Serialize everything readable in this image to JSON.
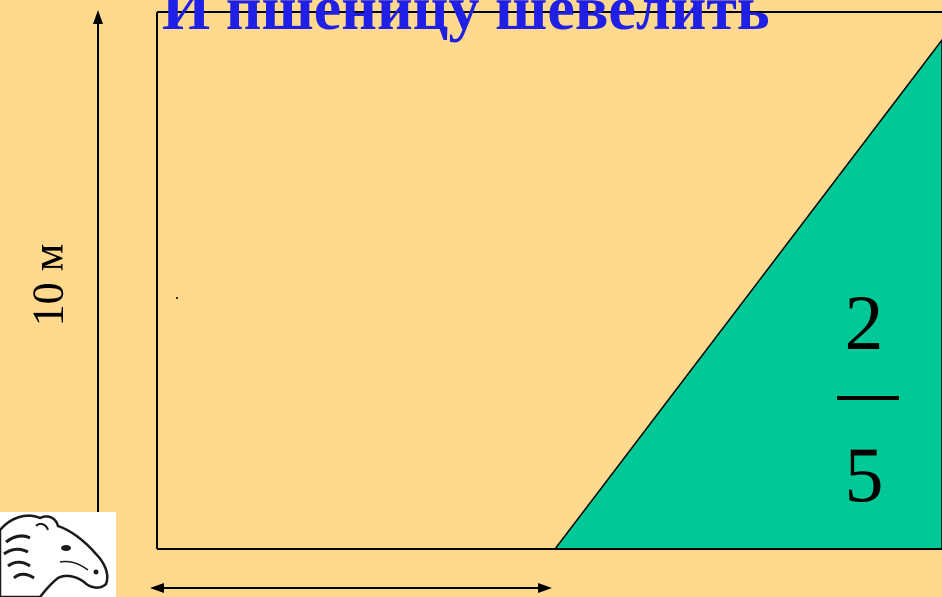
{
  "slide": {
    "title": "И пшеницу шевелить",
    "height_label": "10 м",
    "fraction": {
      "numerator": "2",
      "denominator": "5"
    },
    "colors": {
      "background": "#ffd98e",
      "shaded_region": "#00c896",
      "title": "#1f1fe6",
      "lines": "#000000"
    },
    "logo": {
      "icon": "horse-head-icon"
    }
  }
}
